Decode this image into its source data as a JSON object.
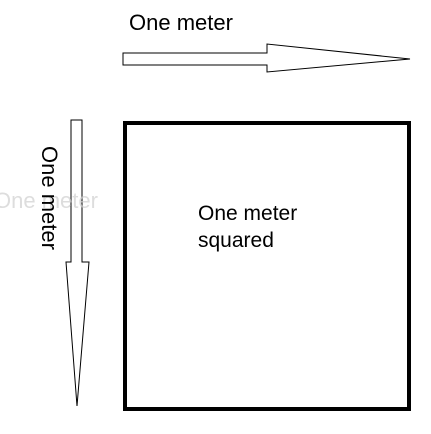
{
  "diagram": {
    "horizontal_label": "One meter",
    "vertical_label": "One meter",
    "ghost_label": "One meter",
    "square_label_line1": "One meter",
    "square_label_line2": "squared"
  }
}
